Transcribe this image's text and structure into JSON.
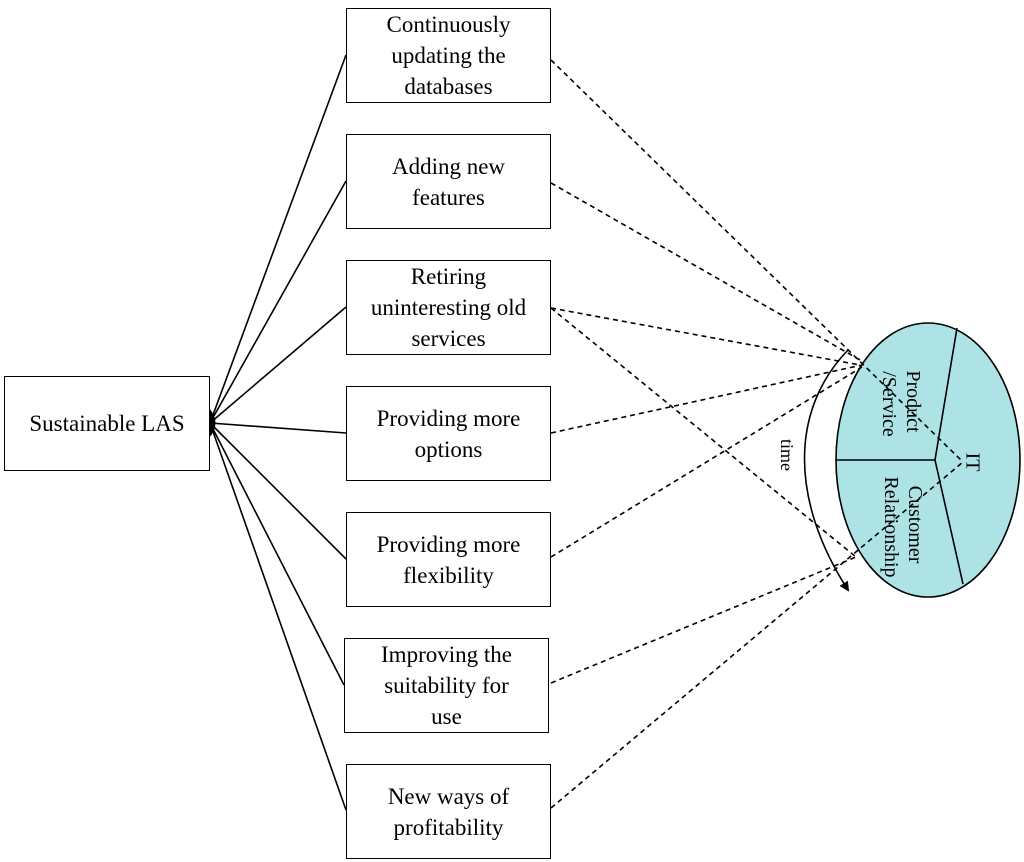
{
  "root": {
    "label": "Sustainable LAS"
  },
  "strategies": [
    {
      "label": "Continuously\nupdating the\ndatabases"
    },
    {
      "label": "Adding new\nfeatures"
    },
    {
      "label": "Retiring\nuninteresting old\nservices"
    },
    {
      "label": "Providing more\noptions"
    },
    {
      "label": "Providing more\nflexibility"
    },
    {
      "label": "Improving the\nsuitability for\nuse"
    },
    {
      "label": "New ways of\nprofitability"
    }
  ],
  "ellipse": {
    "fill_color": "#aee3e6",
    "segments": {
      "product_service": "Product\n/Service",
      "it": "IT",
      "customer_relationship": "Customer\nRelationship"
    }
  },
  "time_arc": {
    "label": "time"
  }
}
